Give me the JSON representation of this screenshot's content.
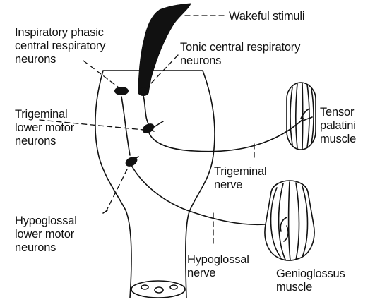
{
  "labels": {
    "wakeful_stimuli": "Wakeful stimuli",
    "inspiratory_line1": "Inspiratory phasic",
    "inspiratory_line2": "central respiratory",
    "inspiratory_line3": "neurons",
    "tonic_line1": "Tonic central respiratory",
    "tonic_line2": "neurons",
    "trigeminal_lmn_line1": "Trigeminal",
    "trigeminal_lmn_line2": "lower motor",
    "trigeminal_lmn_line3": "neurons",
    "tensor_line1": "Tensor",
    "tensor_line2": "palatini",
    "tensor_line3": "muscle",
    "trigeminal_nerve_line1": "Trigeminal",
    "trigeminal_nerve_line2": "nerve",
    "hypoglossal_lmn_line1": "Hypoglossal",
    "hypoglossal_lmn_line2": "lower motor",
    "hypoglossal_lmn_line3": "neurons",
    "hypoglossal_nerve_line1": "Hypoglossal",
    "hypoglossal_nerve_line2": "nerve",
    "genioglossus_line1": "Genioglossus",
    "genioglossus_line2": "muscle"
  },
  "colors": {
    "ink": "#111111",
    "background": "#ffffff"
  }
}
